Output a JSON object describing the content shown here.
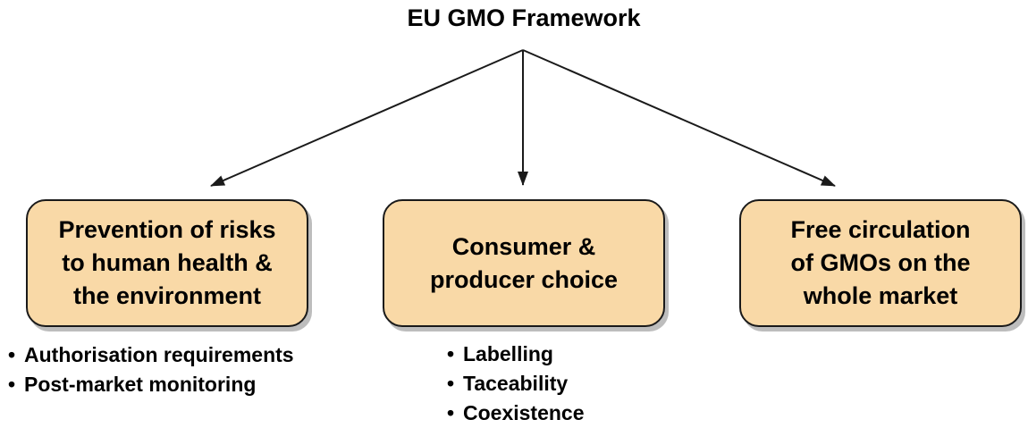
{
  "title": "EU GMO Framework",
  "colors": {
    "box_fill": "#f9d9a7",
    "box_border": "#1a1a1a",
    "arrow": "#1a1a1a"
  },
  "pillars": [
    {
      "label": "Prevention of risks\nto human health &\nthe environment",
      "bullets": [
        "Authorisation requirements",
        "Post-market monitoring"
      ]
    },
    {
      "label": "Consumer &\nproducer choice",
      "bullets": [
        "Labelling",
        "Taceability",
        "Coexistence"
      ]
    },
    {
      "label": "Free circulation\nof GMOs on the\nwhole market",
      "bullets": []
    }
  ]
}
